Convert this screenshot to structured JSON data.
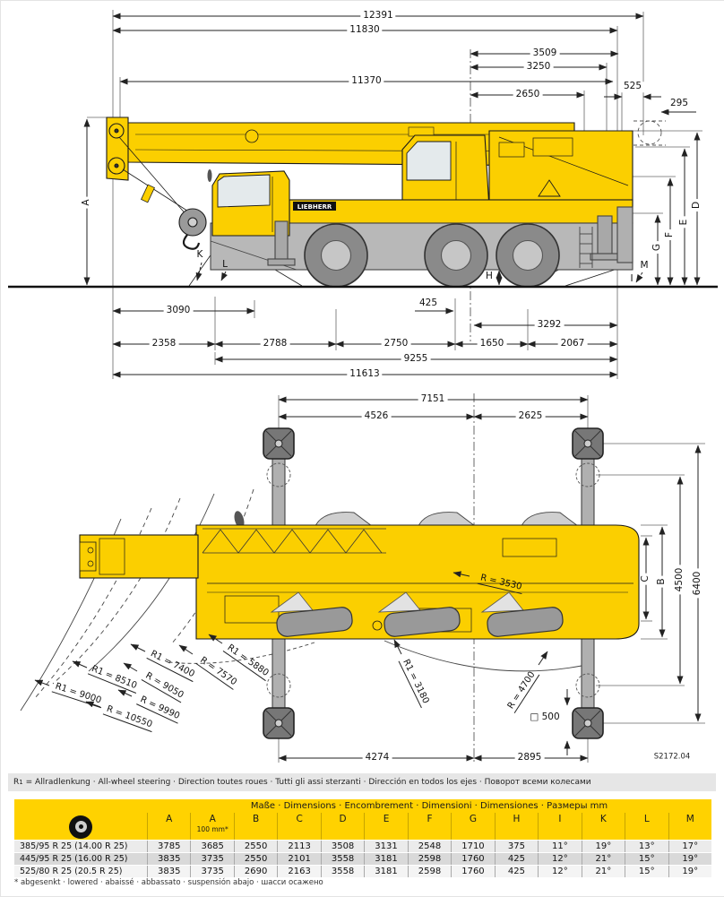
{
  "colors": {
    "crane_yellow": "#FBCF00",
    "table_header_yellow": "#FFD200",
    "chassis_grey": "#B4B4B4",
    "outrigger_pad_grey": "#777777",
    "footnote_bar_grey": "#E6E6E6",
    "dimension_line": "#222222"
  },
  "side_view": {
    "brand": "LIEBHERR",
    "dims": {
      "d12391": "12391",
      "d11830": "11830",
      "d3509": "3509",
      "d3250": "3250",
      "d11370": "11370",
      "d2650": "2650",
      "d525": "525",
      "d295": "295",
      "a": "A",
      "d": "D",
      "e": "E",
      "f": "F",
      "g": "G",
      "h": "H",
      "i": "I",
      "k": "K",
      "l": "L",
      "m": "M",
      "d3090": "3090",
      "d425": "425",
      "d3292": "3292",
      "d2358": "2358",
      "d2788": "2788",
      "d2750": "2750",
      "d1650": "1650",
      "d2067": "2067",
      "d9255": "9255",
      "d11613": "11613"
    }
  },
  "top_view": {
    "dims": {
      "d7151": "7151",
      "d4526": "4526",
      "d2625": "2625",
      "c": "C",
      "b": "B",
      "d4500": "4500",
      "d6400": "6400",
      "d4274": "4274",
      "d2895": "2895",
      "pad_square_label": "□ 500"
    },
    "radii": {
      "r3530": "R = 3530",
      "r1_5880": "R1 = 5880",
      "r7570": "R = 7570",
      "r1_7400": "R1 = 7400",
      "r9050": "R = 9050",
      "r1_8510": "R1 = 8510",
      "r9990": "R = 9990",
      "r1_9000": "R1 = 9000",
      "r10550": "R = 10550",
      "r1_3180": "R1 = 3180",
      "r4700": "R = 4700"
    },
    "drawing_number": "S2172.04"
  },
  "footnote_r1": {
    "prefix": "R",
    "sub": "1",
    "text": "=  Allradlenkung · All-wheel steering · Direction toutes roues · Tutti gli assi sterzanti · Dirección en todos los ejes · Поворот всеми колесами"
  },
  "table": {
    "title": "Maße · Dimensions · Encombrement · Dimensioni · Dimensiones · Размеры mm",
    "col_headers": [
      "A",
      "A",
      "B",
      "C",
      "D",
      "E",
      "F",
      "G",
      "H",
      "I",
      "K",
      "L",
      "M"
    ],
    "col_subheader_a2": "100 mm*",
    "rows": [
      {
        "tire": "385/95 R 25 (14.00 R 25)",
        "values": [
          "3785",
          "3685",
          "2550",
          "2113",
          "3508",
          "3131",
          "2548",
          "1710",
          "375",
          "11°",
          "19°",
          "13°",
          "17°"
        ]
      },
      {
        "tire": "445/95 R 25 (16.00 R 25)",
        "values": [
          "3835",
          "3735",
          "2550",
          "2101",
          "3558",
          "3181",
          "2598",
          "1760",
          "425",
          "12°",
          "21°",
          "15°",
          "19°"
        ]
      },
      {
        "tire": "525/80 R 25 (20.5  R 25)",
        "values": [
          "3835",
          "3735",
          "2690",
          "2163",
          "3558",
          "3181",
          "2598",
          "1760",
          "425",
          "12°",
          "21°",
          "15°",
          "19°"
        ]
      }
    ],
    "footnote": "* abgesenkt · lowered · abaissé · abbassato · suspensión abajo · шасси осажено"
  }
}
